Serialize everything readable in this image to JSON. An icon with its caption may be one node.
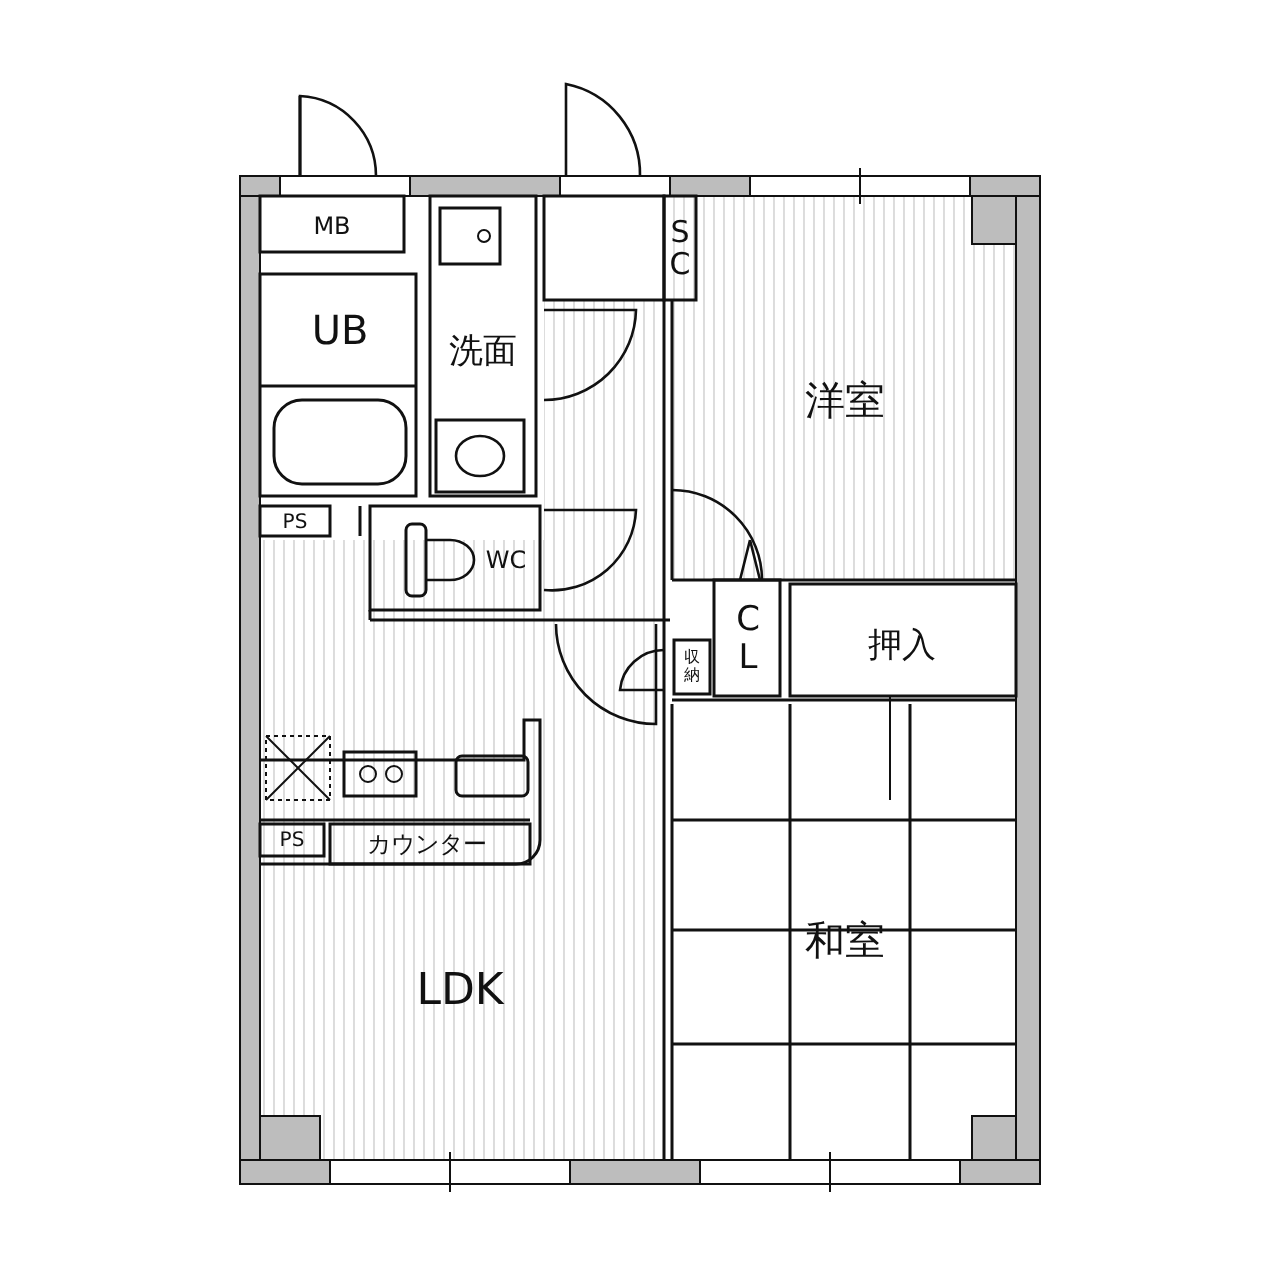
{
  "diagram": {
    "nodes": [
      {
        "text": [
          "MB"
        ]
      },
      {
        "text": [
          "UB"
        ]
      },
      {
        "text": [
          "洗面"
        ]
      },
      {
        "text": [
          "SC"
        ]
      },
      {
        "text": [
          "洋室"
        ]
      },
      {
        "text": [
          "PS"
        ]
      },
      {
        "text": [
          "WC"
        ]
      },
      {
        "text": [
          "CL"
        ]
      },
      {
        "text": [
          "収納"
        ]
      },
      {
        "text": [
          "押入"
        ]
      },
      {
        "text": [
          "PS"
        ]
      },
      {
        "text": [
          "カウンター"
        ]
      },
      {
        "text": [
          "LDK"
        ]
      },
      {
        "text": [
          "和室"
        ]
      }
    ]
  }
}
